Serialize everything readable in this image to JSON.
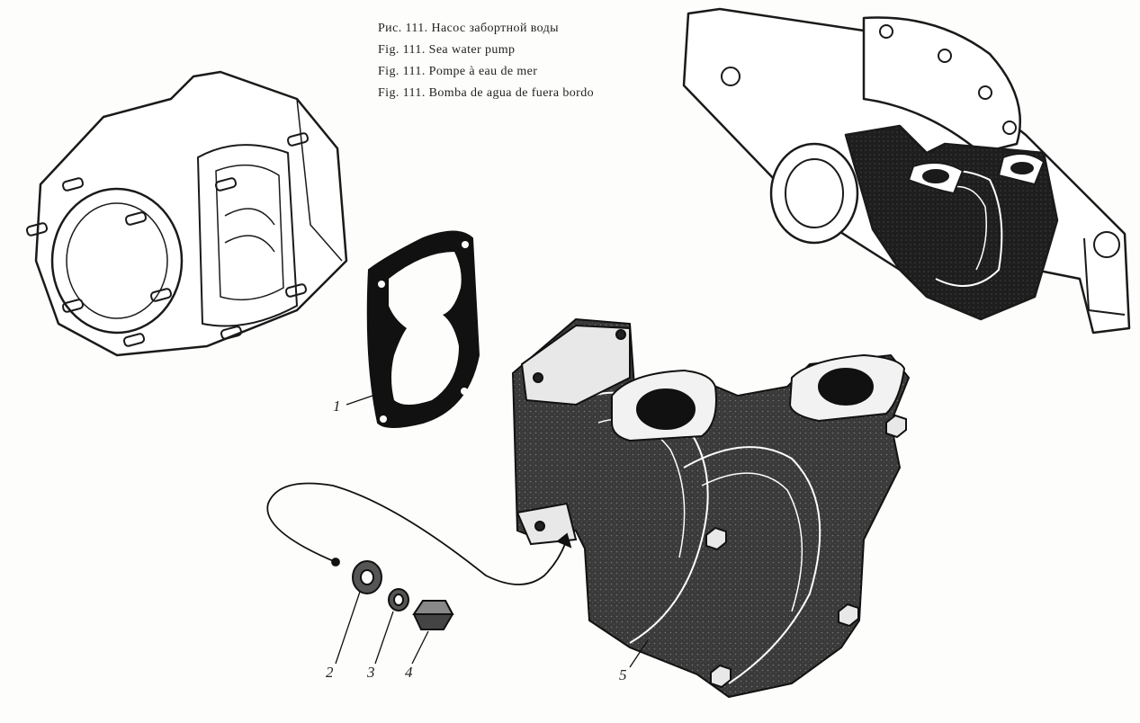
{
  "caption": {
    "ru": "Рис. 111. Насос забортной воды",
    "en": "Fig. 111. Sea water pump",
    "fr": "Fig. 111. Pompe à eau de mer",
    "es": "Fig. 111. Bomba de agua de fuera bordo"
  },
  "callouts": {
    "c1": "1",
    "c2": "2",
    "c3": "3",
    "c4": "4",
    "c5": "5"
  },
  "colors": {
    "ink": "#1a1a1a",
    "paper": "#fdfdfb",
    "shade": "#2b2b2b"
  }
}
